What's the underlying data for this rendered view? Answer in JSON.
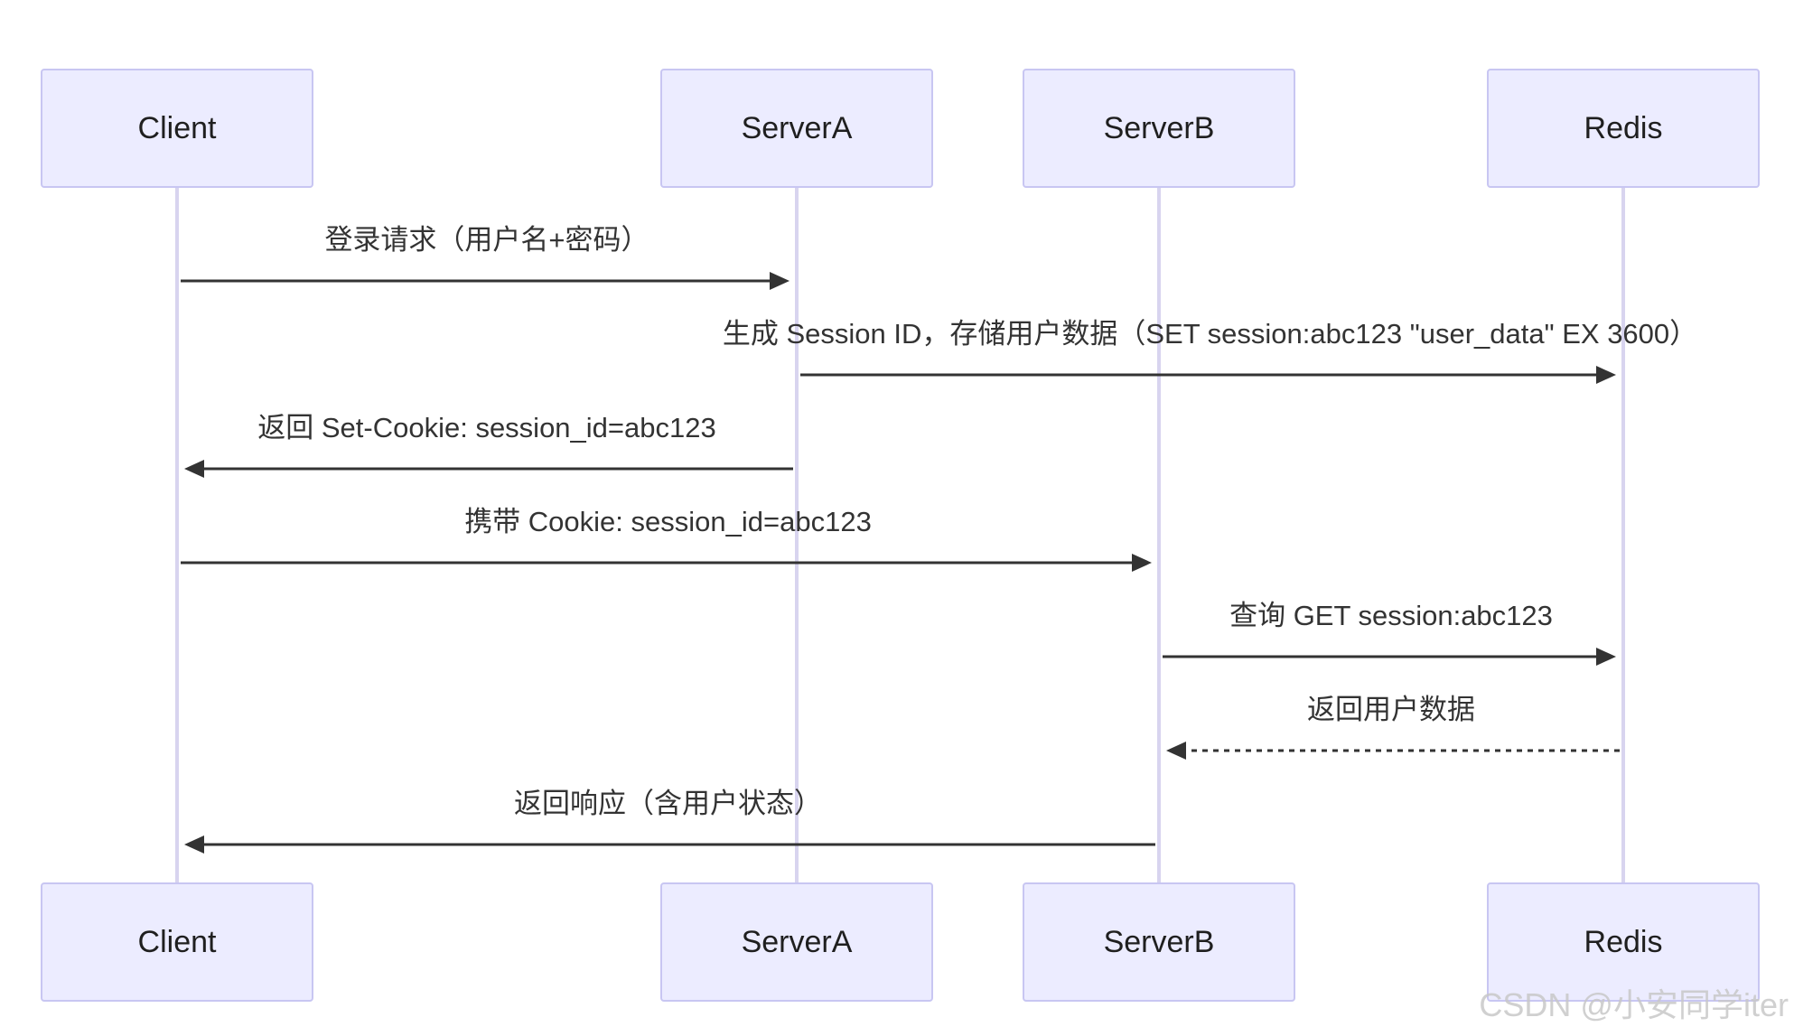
{
  "participants": [
    {
      "id": "client",
      "label": "Client"
    },
    {
      "id": "serverA",
      "label": "ServerA"
    },
    {
      "id": "serverB",
      "label": "ServerB"
    },
    {
      "id": "redis",
      "label": "Redis"
    }
  ],
  "messages": [
    {
      "from": "client",
      "to": "serverA",
      "label": "登录请求（用户名+密码）",
      "style": "solid"
    },
    {
      "from": "serverA",
      "to": "redis",
      "label": "生成 Session ID，存储用户数据（SET session:abc123 \"user_data\" EX 3600）",
      "style": "solid"
    },
    {
      "from": "serverA",
      "to": "client",
      "label": "返回 Set-Cookie: session_id=abc123",
      "style": "solid"
    },
    {
      "from": "client",
      "to": "serverB",
      "label": "携带 Cookie: session_id=abc123",
      "style": "solid"
    },
    {
      "from": "serverB",
      "to": "redis",
      "label": "查询 GET session:abc123",
      "style": "solid"
    },
    {
      "from": "redis",
      "to": "serverB",
      "label": "返回用户数据",
      "style": "dashed"
    },
    {
      "from": "serverB",
      "to": "client",
      "label": "返回响应（含用户状态）",
      "style": "solid"
    }
  ],
  "watermark": "CSDN @小安同学iter",
  "colors": {
    "actor_fill": "#ececff",
    "actor_stroke": "#c8c6f2",
    "lifeline": "#d8d4ef",
    "arrow": "#333333"
  }
}
